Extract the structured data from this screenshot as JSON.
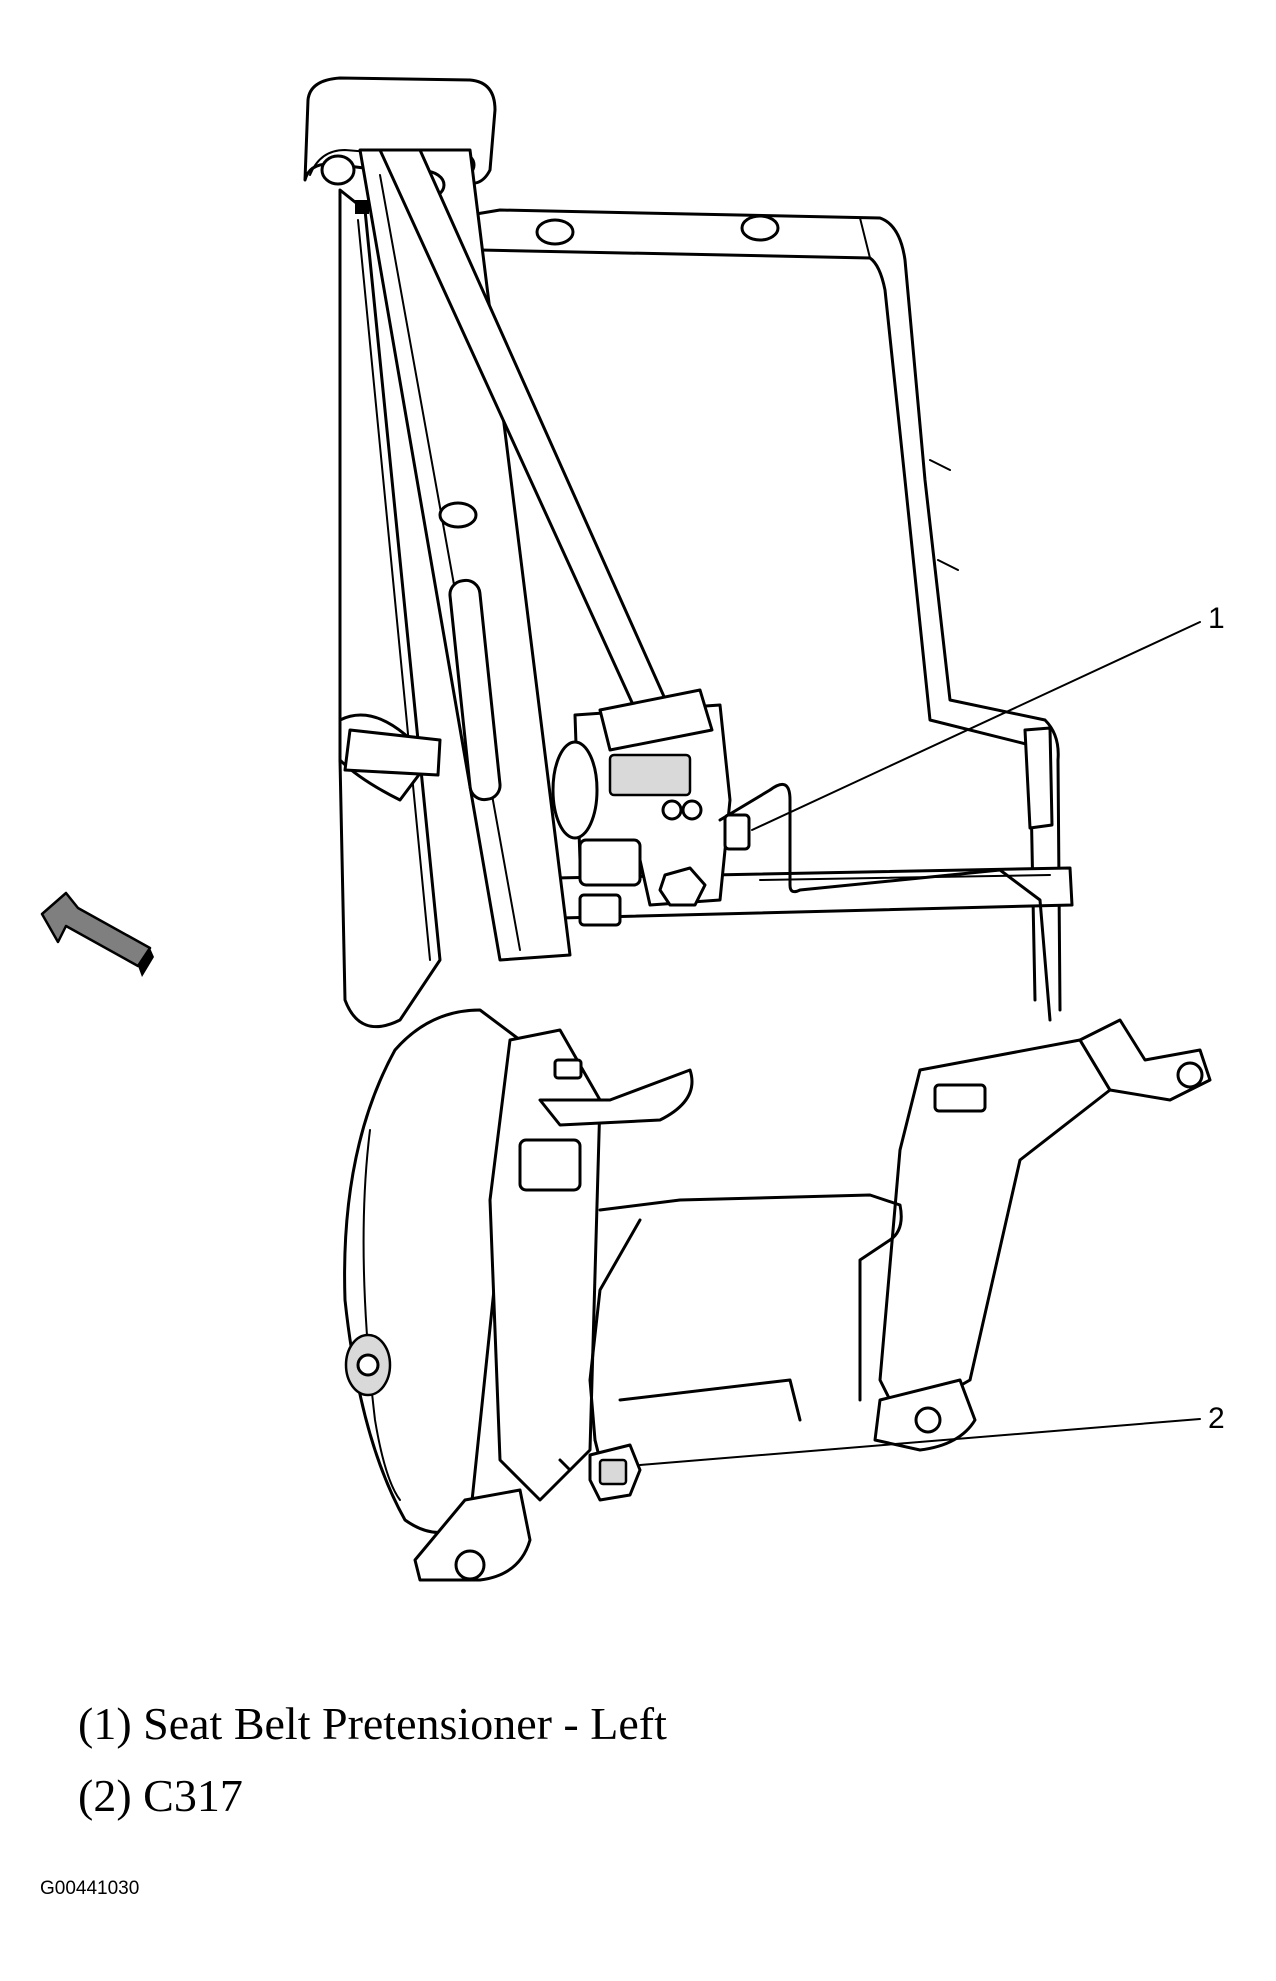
{
  "callouts": [
    {
      "number": "1",
      "label": "Seat Belt Pretensioner - Left"
    },
    {
      "number": "2",
      "label": "C317"
    }
  ],
  "legend": [
    "(1) Seat Belt Pretensioner - Left",
    "(2) C317"
  ],
  "figure_id": "G00441030",
  "icons": [
    "direction-arrow-icon"
  ]
}
